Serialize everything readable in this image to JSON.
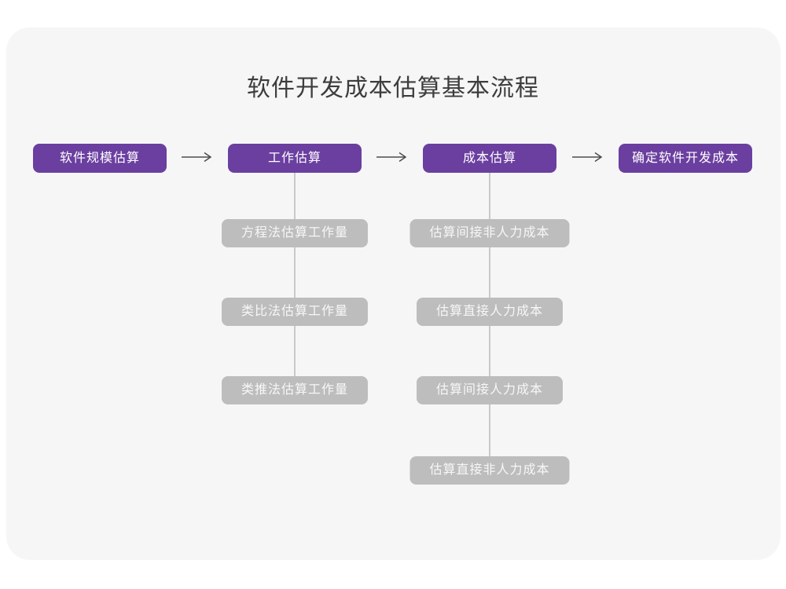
{
  "page": {
    "title": "软件开发成本估算基本流程"
  },
  "colors": {
    "accent_purple": "#6B3FA0",
    "sub_node_gray": "#BDBDBD",
    "card_background": "#F6F6F7",
    "page_background": "#FFFFFF",
    "title_text": "#3D3D3D",
    "arrow": "#4D4D4D",
    "connector_line": "#C9C9C9"
  },
  "flow": {
    "main": [
      {
        "label": "软件规模估算"
      },
      {
        "label": "工作估算"
      },
      {
        "label": "成本估算"
      },
      {
        "label": "确定软件开发成本"
      }
    ],
    "work_methods": [
      {
        "label": "方程法估算工作量"
      },
      {
        "label": "类比法估算工作量"
      },
      {
        "label": "类推法估算工作量"
      }
    ],
    "cost_items": [
      {
        "label": "估算间接非人力成本"
      },
      {
        "label": "估算直接人力成本"
      },
      {
        "label": "估算间接人力成本"
      },
      {
        "label": "估算直接非人力成本"
      }
    ]
  }
}
